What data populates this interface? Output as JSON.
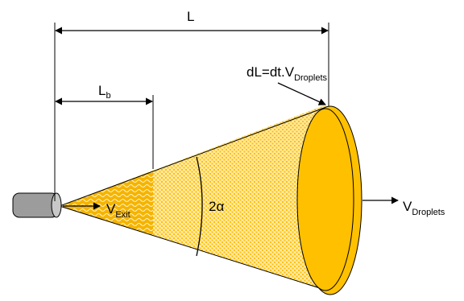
{
  "labels": {
    "spray_length": "L",
    "breakup_length_main": "L",
    "breakup_length_sub": "b",
    "increment_main": "dL=dt.V",
    "increment_sub": "Droplets",
    "exit_velocity_main": "V",
    "exit_velocity_sub": "Exit",
    "cone_angle": "2α",
    "droplet_velocity_main": "V",
    "droplet_velocity_sub": "Droplets"
  },
  "colors": {
    "spray_fill": "#FFC000",
    "spray_light": "#FFE9A8",
    "spray_edge": "#C88A00",
    "nozzle": "#999999",
    "line": "#000000"
  }
}
